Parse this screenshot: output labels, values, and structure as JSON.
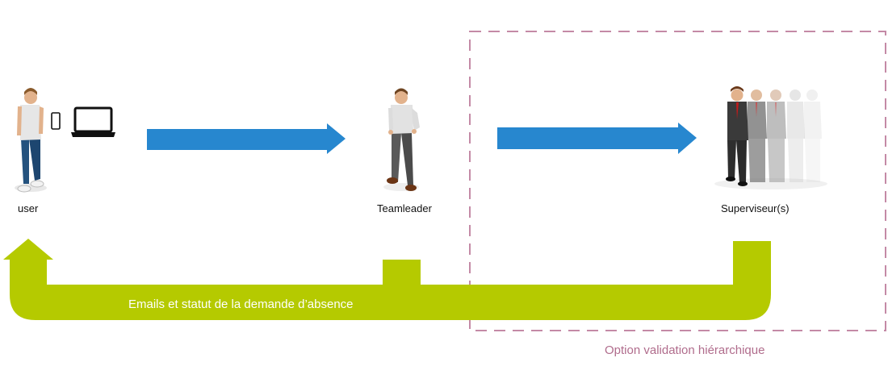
{
  "nodes": {
    "user": {
      "label": "user"
    },
    "teamleader": {
      "label": "Teamleader"
    },
    "superviseurs": {
      "label": "Superviseur(s)"
    }
  },
  "feedback": {
    "label": "Emails et statut de la demande d’absence"
  },
  "optional_group": {
    "label": "Option validation hiérarchique"
  },
  "colors": {
    "forward_arrow": "#2787cf",
    "feedback_arrow": "#b5ca00",
    "dashed_border": "#c48aa6",
    "option_text": "#b06c8c",
    "device": "#111111"
  },
  "icons": {
    "user": "person-with-devices-icon",
    "teamleader": "person-icon",
    "superviseurs": "group-of-suits-icon"
  }
}
